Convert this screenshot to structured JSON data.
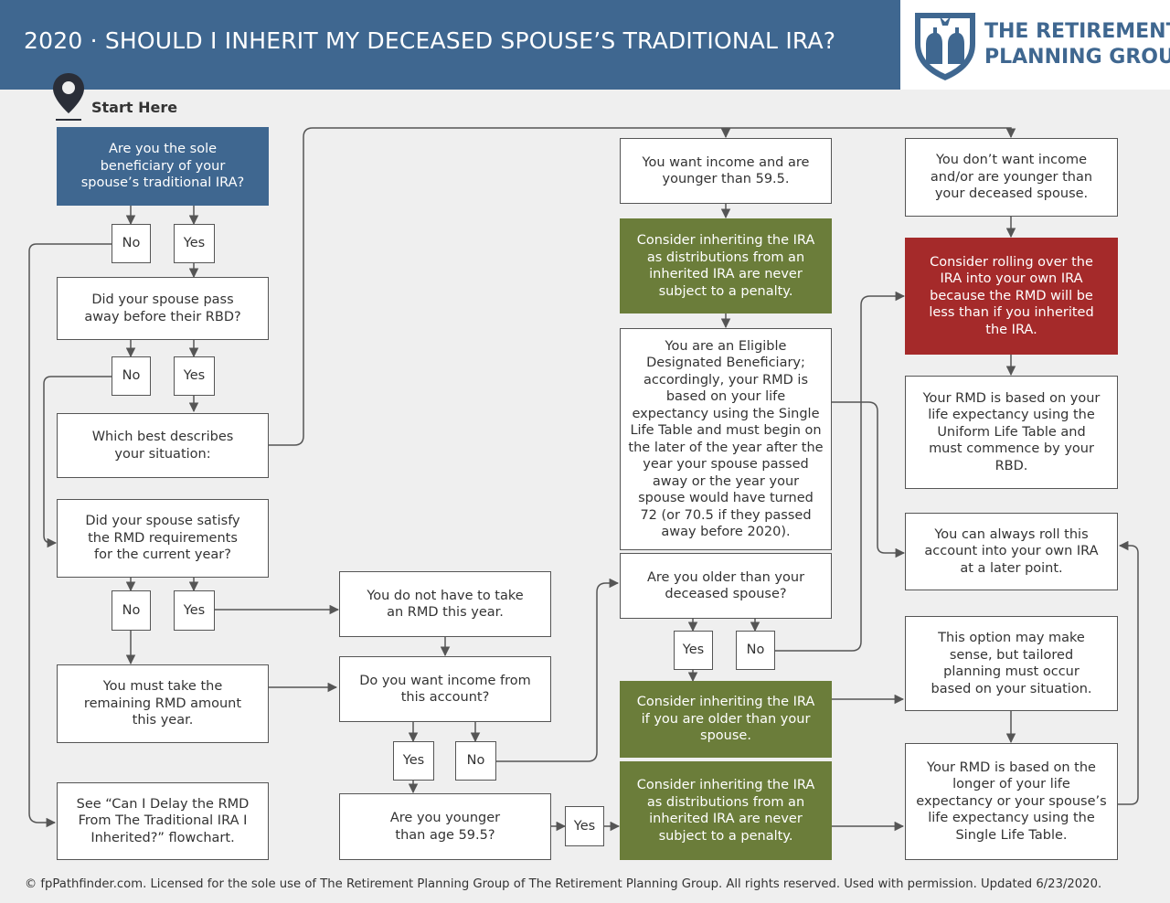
{
  "header": {
    "title": "2020 · SHOULD I INHERIT MY DECEASED SPOUSE’S TRADITIONAL IRA?",
    "logo_line1": "THE RETIREMENT",
    "logo_line2": "PLANNING GROUP",
    "bg_color": "#3f6790"
  },
  "start": {
    "label": "Start Here",
    "icon": "map-pin-icon"
  },
  "nodes": {
    "q_sole": "Are you the sole beneficiary of your spouse’s traditional IRA?",
    "q_rbd": "Did your spouse pass away before their RBD?",
    "q_situation": "Which best describes your situation:",
    "q_rmd_satisfied": "Did your spouse satisfy the RMD requirements for the current year?",
    "take_remaining": "You must take the remaining RMD amount this year.",
    "see_flowchart": "See “Can I Delay the RMD From The Traditional IRA I Inherited?” flowchart.",
    "no_rmd": "You do not have to take an RMD this year.",
    "q_income": "Do you want income from this account?",
    "q_younger_595": "Are you younger than age 59.5?",
    "want_income": "You want income and are younger than 59.5.",
    "inherit_penalty_1": "Consider inheriting the IRA as distributions from an inherited IRA are never subject to a penalty.",
    "eligible_designated": "You are an Eligible Designated Beneficiary; accordingly, your RMD is based on your life expectancy using the Single Life Table and must begin on the later of the year after the year your spouse passed away or the year your spouse would have turned 72 (or 70.5 if they passed away before 2020).",
    "q_older": "Are you older than your deceased spouse?",
    "inherit_older": "Consider inheriting the IRA if you are older than your spouse.",
    "inherit_penalty_2": "Consider inheriting the IRA as distributions from an inherited IRA are never subject to a penalty.",
    "dont_want_income": "You don’t want income and/or are younger than your deceased spouse.",
    "rollover": "Consider rolling over the IRA into your own IRA because the RMD will be less than if you inherited the IRA.",
    "uniform_table": "Your RMD is based on your life expectancy using the Uniform Life Table and must commence by your RBD.",
    "roll_later": "You can always roll this account into your own IRA at a later point.",
    "may_make_sense": "This option may make sense, but tailored planning must occur based on your situation.",
    "longer_life": "Your RMD is based on the longer of your life expectancy or your spouse’s life expectancy using the Single Life Table."
  },
  "answers": {
    "sole_no": "No",
    "sole_yes": "Yes",
    "rbd_no": "No",
    "rbd_yes": "Yes",
    "rmd_no": "No",
    "rmd_yes": "Yes",
    "income_yes": "Yes",
    "income_no": "No",
    "younger_yes": "Yes",
    "older_yes": "Yes",
    "older_no": "No"
  },
  "colors": {
    "blue": "#3f6790",
    "green": "#6b7d3a",
    "red": "#a52a2a",
    "line": "#555555"
  },
  "footer": "© fpPathfinder.com. Licensed for the sole use of The Retirement Planning Group of The Retirement Planning Group. All rights reserved. Used with permission. Updated 6/23/2020."
}
